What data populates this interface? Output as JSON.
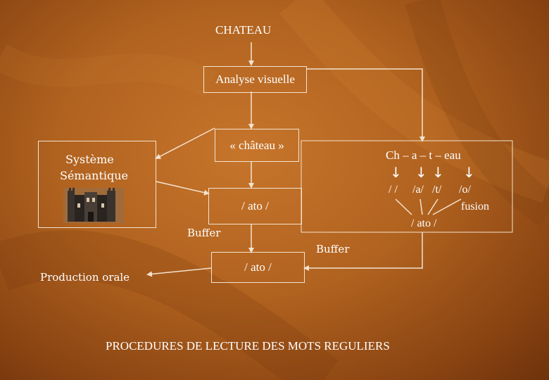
{
  "title": "CHATEAU",
  "visual_analysis": "Analyse visuelle",
  "word_form": "« château »",
  "semantic_system": [
    "Système",
    "Sémantique"
  ],
  "castle_image": "castle-picture",
  "grapheme_split": "Ch – a – t – eau",
  "phonemes": [
    "/ /",
    "/a/",
    "/t/",
    "/o/"
  ],
  "fusion": "fusion",
  "fusion_result": "/ ato /",
  "lexical_output": "/ ato /",
  "buffer_left": "Buffer",
  "buffer_right": "Buffer",
  "buffer_output": "/ ato /",
  "oral_production": "Production orale",
  "footer": "PROCEDURES DE LECTURE DES MOTS REGULIERS",
  "colors": {
    "background": "#b0621f",
    "text": "#ffffff",
    "arrow": "#f3e3cf"
  }
}
